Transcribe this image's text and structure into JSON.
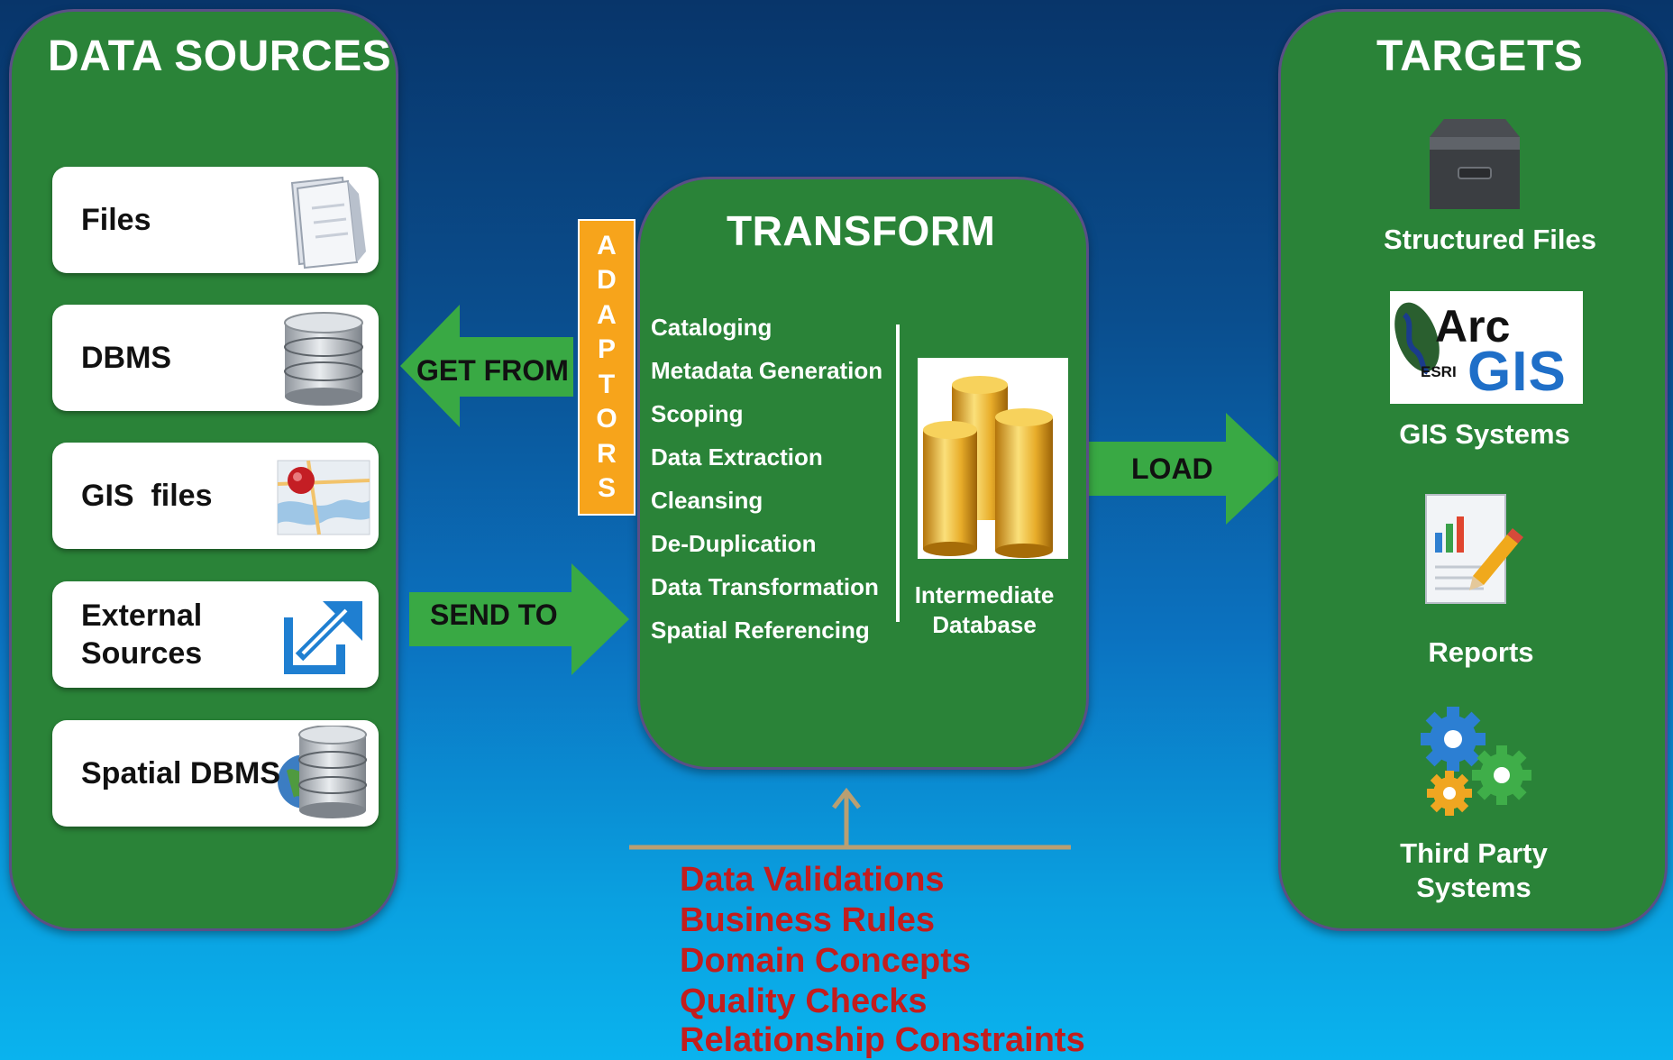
{
  "data_sources": {
    "title": "DATA SOURCES",
    "items": [
      {
        "label": "Files",
        "icon": "document-stack-icon"
      },
      {
        "label": "DBMS",
        "icon": "database-icon"
      },
      {
        "label": "GIS  files",
        "icon": "map-icon"
      },
      {
        "label": "External\nSources",
        "icon": "external-link-icon"
      },
      {
        "label": "Spatial DBMS",
        "icon": "globe-database-icon"
      }
    ]
  },
  "arrows": {
    "get_from": "GET FROM",
    "send_to": "SEND TO",
    "load": "LOAD"
  },
  "adaptors": {
    "letters": [
      "A",
      "D",
      "A",
      "P",
      "T",
      "O",
      "R",
      "S"
    ]
  },
  "transform": {
    "title": "TRANSFORM",
    "steps": [
      "Cataloging",
      "Metadata Generation",
      "Scoping",
      "Data Extraction",
      "Cleansing",
      "De-Duplication",
      "Data Transformation",
      "Spatial Referencing"
    ],
    "database_caption": "Intermediate Database",
    "database_icon": "gold-coins-database-icon"
  },
  "targets": {
    "title": "TARGETS",
    "items": [
      {
        "label": "Structured Files",
        "icon": "file-drawer-icon"
      },
      {
        "label": "GIS Systems",
        "icon": "arcgis-logo"
      },
      {
        "label": "Reports",
        "icon": "report-icon"
      },
      {
        "label": "Third Party Systems",
        "icon": "gears-icon"
      }
    ],
    "arcgis_logo_text": {
      "arc": "Arc",
      "esri": "ESRI",
      "gis": "GIS"
    }
  },
  "rules": {
    "items": [
      "Data Validations",
      "Business Rules",
      "Domain Concepts",
      "Quality Checks",
      "Relationship Constraints"
    ]
  },
  "colors": {
    "panel_green": "#2a8338",
    "arrow_green": "#39a944",
    "adaptor_orange": "#f7a41b",
    "rule_red": "#c31d1d",
    "connector_tan": "#b99f72"
  }
}
